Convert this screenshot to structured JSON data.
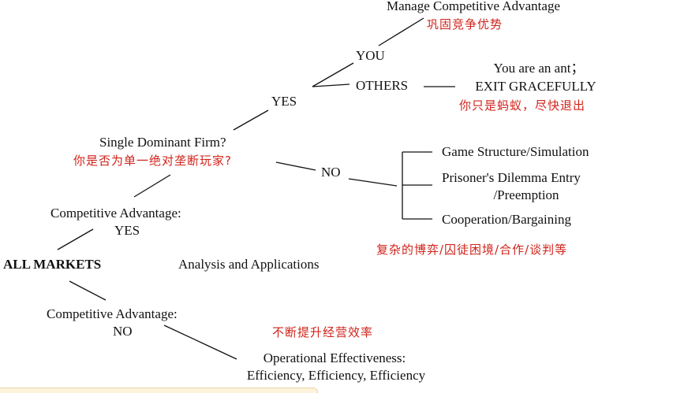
{
  "nodes": {
    "manage_advantage": "Manage Competitive Advantage",
    "manage_advantage_cn": "巩固竞争优势",
    "you": "YOU",
    "others": "OTHERS",
    "ant_line1": "You are an ant；",
    "ant_line2": "EXIT GRACEFULLY",
    "ant_cn": "你只是蚂蚁，尽快退出",
    "yes_upper": "YES",
    "single_dominant": "Single Dominant Firm?",
    "single_dominant_cn": "你是否为单一绝对垄断玩家?",
    "no_mid": "NO",
    "game_structure": "Game Structure/Simulation",
    "prisoners_line1": "Prisoner's Dilemma Entry",
    "prisoners_line2": "/Preemption",
    "cooperation": "Cooperation/Bargaining",
    "game_cn": "复杂的博弈/囚徒困境/合作/谈判等",
    "comp_adv_yes_line1": "Competitive Advantage:",
    "comp_adv_yes_line2": "YES",
    "all_markets": "ALL MARKETS",
    "analysis": "Analysis and Applications",
    "comp_adv_no_line1": "Competitive Advantage:",
    "comp_adv_no_line2": "NO",
    "operational_cn": "不断提升经营效率",
    "operational_line1": "Operational Effectiveness:",
    "operational_line2": "Efficiency, Efficiency, Efficiency"
  },
  "colors": {
    "text": "#111111",
    "annotation": "#d0231b",
    "line": "#111111"
  }
}
